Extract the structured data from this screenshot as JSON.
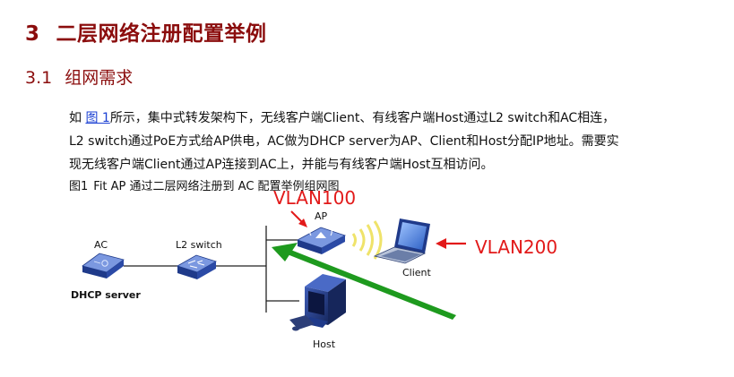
{
  "heading1": {
    "number": "3",
    "title": "二层网络注册配置举例"
  },
  "heading2": {
    "number": "3.1",
    "title": "组网需求"
  },
  "paragraph": {
    "line1_prefix": "如",
    "link": "图 1",
    "line1_suffix": "所示，集中式转发架构下，无线客户端Client、有线客户端Host通过L2 switch和AC相连，",
    "line2": "L2 switch通过PoE方式给AP供电，AC做为DHCP server为AP、Client和Host分配IP地址。需要实",
    "line3": "现无线客户端Client通过AP连接到AC上，并能与有线客户端Host互相访问。"
  },
  "figure": {
    "number": "图1",
    "title": "Fit AP 通过二层网络注册到 AC 配置举例组网图",
    "devices": {
      "ac": "AC",
      "dhcp": "DHCP server",
      "switch": "L2 switch",
      "ap": "AP",
      "client": "Client",
      "host": "Host"
    },
    "annotations": {
      "vlan_ap": "VLAN100",
      "vlan_client": "VLAN200"
    }
  },
  "colors": {
    "heading": "#8b0d0d",
    "link": "#1a3fd3",
    "annotation": "#e21a1a",
    "arrow_green": "#1e9a1e",
    "device_blue": "#2a4fa8"
  },
  "icons": [
    "ac-controller-icon",
    "switch-icon",
    "access-point-icon",
    "wireless-signal-icon",
    "laptop-icon",
    "desktop-computer-icon"
  ]
}
